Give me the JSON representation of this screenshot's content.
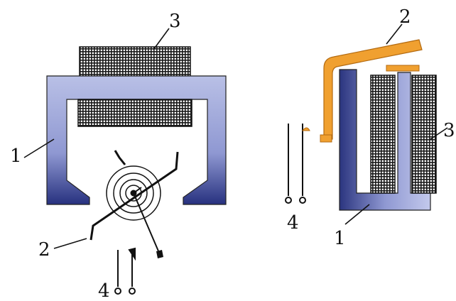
{
  "diagram": {
    "colors": {
      "yoke": "#9aa3d6",
      "yoke_dark": "#2e3a8a",
      "armature": "#f0a030",
      "armature_dark": "#b36a10",
      "coil": "#1a1a1a",
      "line": "#111111"
    },
    "left": {
      "label_1": "1",
      "label_2": "2",
      "label_3": "3",
      "label_4": "4"
    },
    "right": {
      "label_1": "1",
      "label_2": "2",
      "label_3": "3",
      "label_4": "4"
    }
  }
}
